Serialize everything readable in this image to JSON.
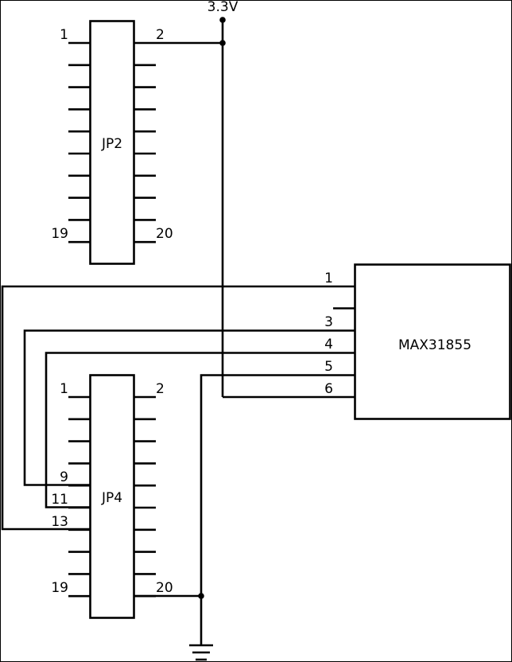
{
  "supply": {
    "label": "3.3V"
  },
  "jp2": {
    "name": "JP2",
    "pin_labels": {
      "p1": "1",
      "p2": "2",
      "p19": "19",
      "p20": "20"
    }
  },
  "jp4": {
    "name": "JP4",
    "pin_labels": {
      "p1": "1",
      "p2": "2",
      "p9": "9",
      "p11": "11",
      "p13": "13",
      "p19": "19",
      "p20": "20"
    }
  },
  "max": {
    "name": "MAX31855",
    "pin_labels": {
      "p1": "1",
      "p3": "3",
      "p4": "4",
      "p5": "5",
      "p6": "6"
    }
  },
  "colors": {
    "line": "#000000",
    "background": "#ffffff"
  }
}
